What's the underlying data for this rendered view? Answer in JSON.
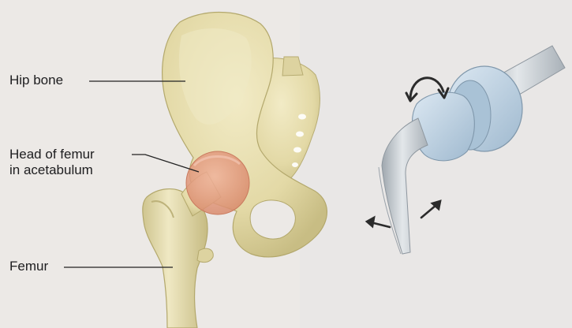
{
  "labels": {
    "hip_bone": "Hip bone",
    "head_of_femur_line1": "Head of femur",
    "head_of_femur_line2": "in acetabulum",
    "femur": "Femur"
  },
  "colors": {
    "background": "#ece9e6",
    "bone": "#e8e0b4",
    "bone_shadow": "#c7bd86",
    "femoral_head_highlight": "#e69a80",
    "model_metal": "#c8d0d8",
    "model_blue": "#b7cfe2",
    "arrow": "#2b2b2b",
    "leader_line": "#222222"
  },
  "icons": {
    "rotation_arrow": "curved-double-arrow",
    "motion_arrows": "diagonal-arrows"
  }
}
